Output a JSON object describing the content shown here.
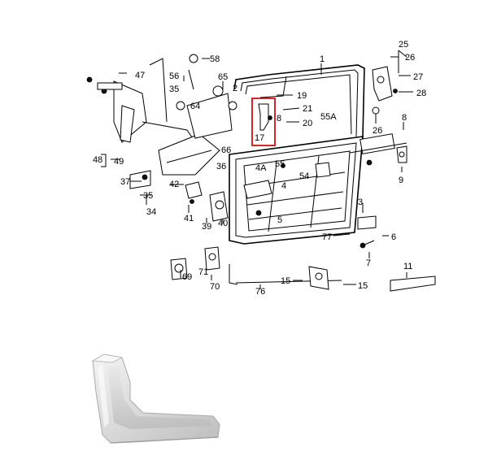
{
  "highlight_color": "#d9262c",
  "callouts": {
    "c1": "1",
    "c2": "2",
    "c3": "3",
    "c4": "4",
    "c4a": "4A",
    "c5": "5",
    "c6": "6",
    "c7": "7",
    "c8a": "8",
    "c8b": "8",
    "c9": "9",
    "c11": "11",
    "c15a": "15",
    "c15b": "15",
    "c17": "17",
    "c19": "19",
    "c20": "20",
    "c21": "21",
    "c25": "25",
    "c26a": "26",
    "c26b": "26",
    "c27": "27",
    "c28": "28",
    "c34": "34",
    "c35a": "35",
    "c35b": "35",
    "c36": "36",
    "c37": "37",
    "c39": "39",
    "c40": "40",
    "c41": "41",
    "c42": "42",
    "c47": "47",
    "c48": "48",
    "c49": "49",
    "c54": "54",
    "c55": "55",
    "c55a": "55A",
    "c56": "56",
    "c58": "58",
    "c64": "64",
    "c65": "65",
    "c66": "66",
    "c69": "69",
    "c70": "70",
    "c71": "71",
    "c76": "76",
    "c77": "77"
  }
}
